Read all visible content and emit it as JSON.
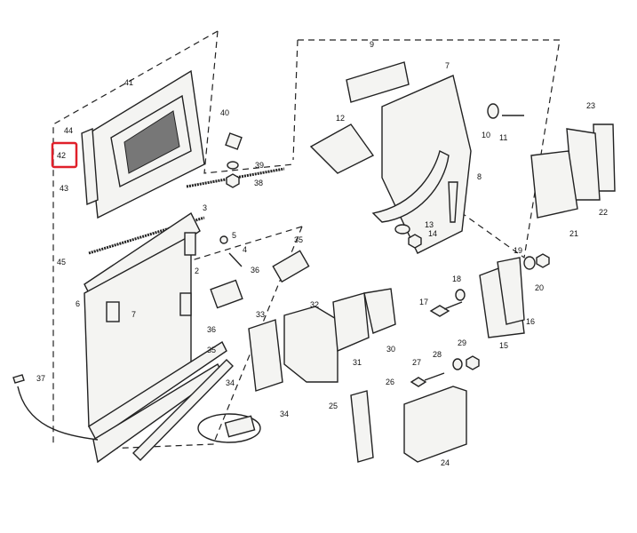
{
  "title": "Door hardware exploded parts diagram",
  "highlight_color": "#e0202a",
  "highlighted_label": "42",
  "labels": [
    "41",
    "44",
    "42",
    "43",
    "40",
    "39",
    "38",
    "3",
    "5",
    "4",
    "45",
    "2",
    "36",
    "6",
    "7",
    "35",
    "33",
    "32",
    "31",
    "30",
    "36",
    "35",
    "37",
    "34",
    "34",
    "9",
    "7",
    "12",
    "10",
    "11",
    "8",
    "13",
    "14",
    "23",
    "22",
    "21",
    "19",
    "20",
    "18",
    "17",
    "16",
    "15",
    "29",
    "28",
    "27",
    "26",
    "25",
    "24"
  ]
}
